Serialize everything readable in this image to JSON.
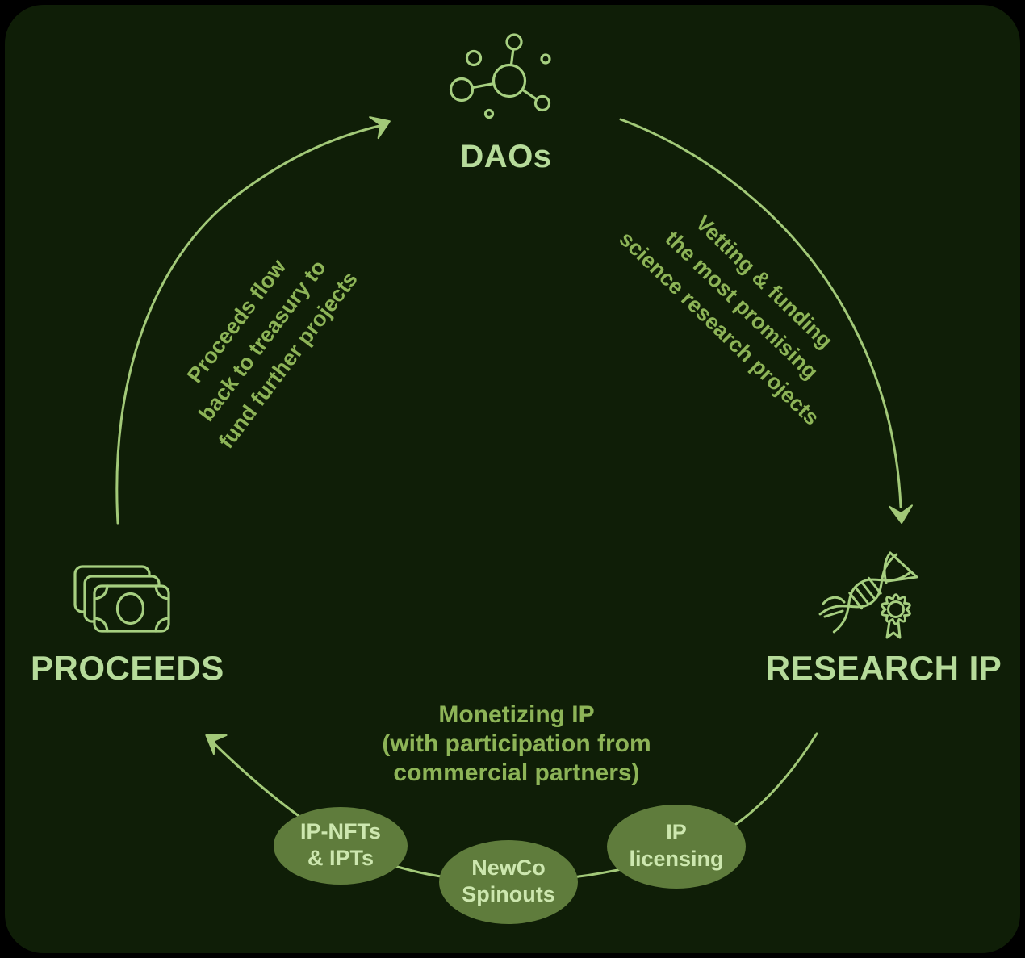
{
  "colors": {
    "page_bg": "#000000",
    "panel_bg": "#0f1e07",
    "node_label": "#b6db9a",
    "flow_text": "#8db457",
    "line": "#a2c978",
    "icon": "#a6cf80",
    "ellipse_fill": "#5f7c3c",
    "ellipse_text": "#cde7af"
  },
  "nodes": {
    "daos": {
      "label": "DAOs",
      "icon": "molecule-icon"
    },
    "research_ip": {
      "label": "RESEARCH IP",
      "icon": "dna-badge-icon"
    },
    "proceeds": {
      "label": "PROCEEDS",
      "icon": "banknotes-icon"
    }
  },
  "edges": {
    "daos_to_research": {
      "lines": [
        "Vetting & funding",
        "the most promising",
        "science research projects"
      ]
    },
    "research_to_proceeds": {
      "lines": [
        "Monetizing IP",
        "(with participation from",
        "commercial partners)"
      ]
    },
    "proceeds_to_daos": {
      "lines": [
        "Proceeds flow",
        "back to treasury to",
        "fund further projects"
      ]
    }
  },
  "monetization_channels": [
    {
      "lines": [
        "IP-NFTs",
        "& IPTs"
      ]
    },
    {
      "lines": [
        "NewCo",
        "Spinouts"
      ]
    },
    {
      "lines": [
        "IP",
        "licensing"
      ]
    }
  ]
}
